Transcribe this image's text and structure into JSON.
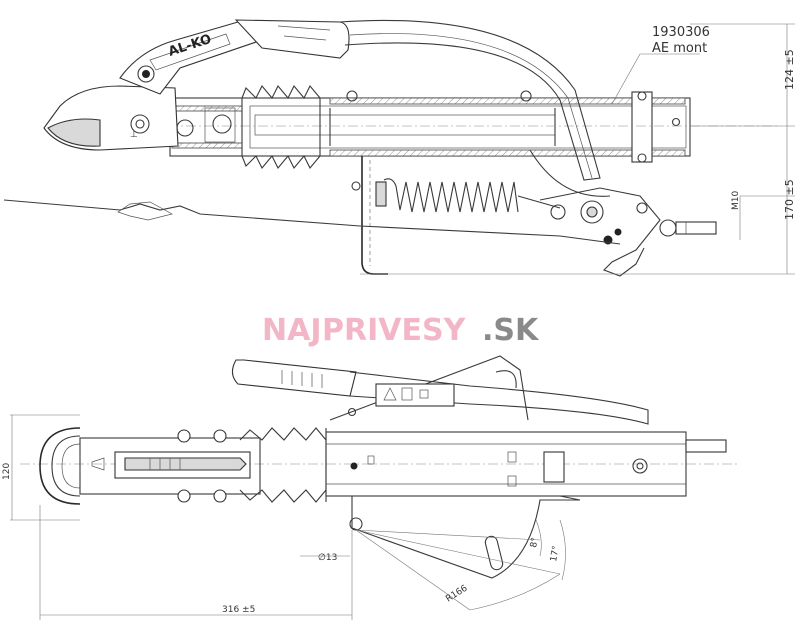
{
  "side_view": {
    "part_number": "1930306",
    "part_variant": "AE mont",
    "dim_height_top": "124 ±5",
    "dim_height_bottom": "170 ±5",
    "dim_thread": "M10",
    "brand_logo": "AL-KO"
  },
  "top_view": {
    "dim_width": "120",
    "dim_hole_diameter": "∅13",
    "dim_length": "316 ±5",
    "dim_radius": "R166",
    "dim_angle_small": "8°",
    "dim_angle_large": "17°"
  },
  "watermark": {
    "part1": "NAJ",
    "part2": "PRIVESY",
    "part3": ".SK",
    "color_pink": "#f2b6c6",
    "color_gray": "#8a8a8a"
  }
}
